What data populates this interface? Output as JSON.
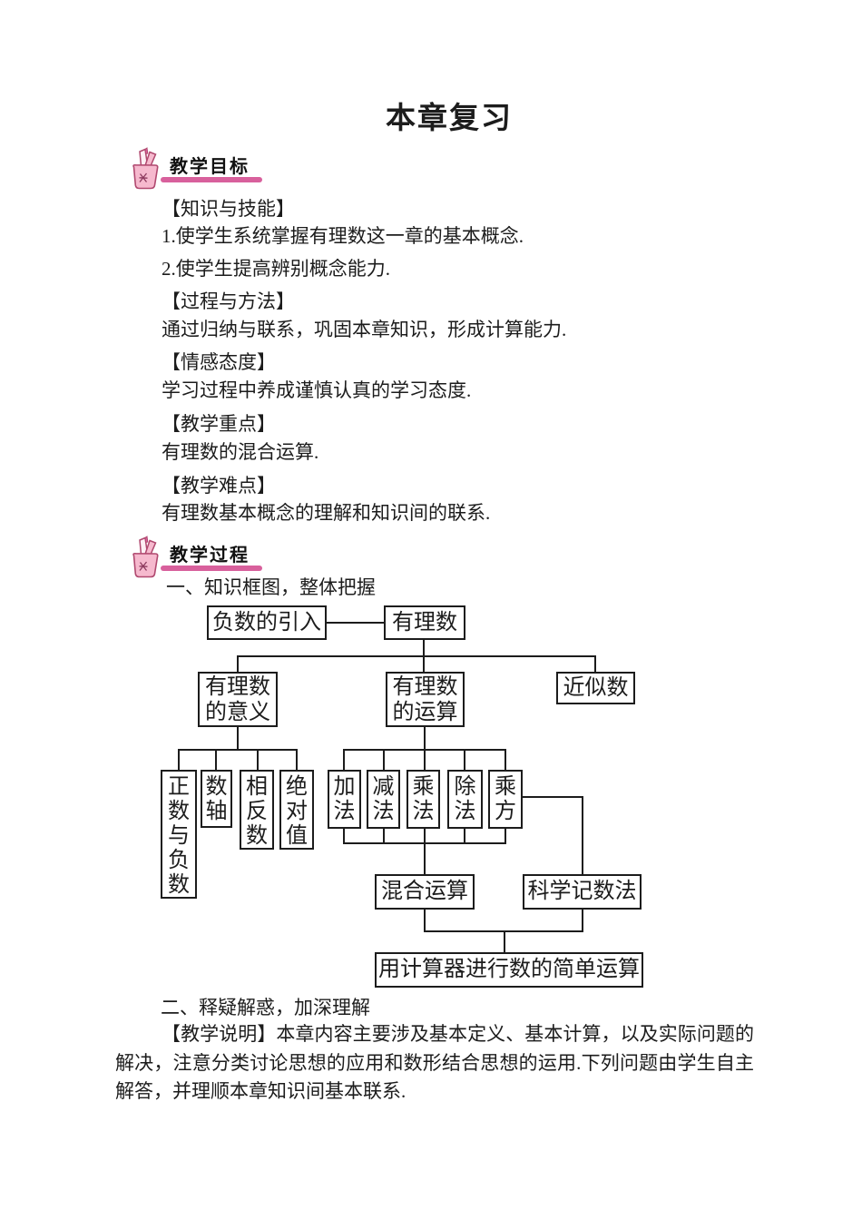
{
  "page": {
    "title": "本章复习"
  },
  "badges": {
    "objectives": "教学目标",
    "process": "教学过程"
  },
  "objectives": {
    "lines": [
      "【知识与技能】",
      "1.使学生系统掌握有理数这一章的基本概念.",
      "2.使学生提高辨别概念能力.",
      "【过程与方法】",
      "通过归纳与联系，巩固本章知识，形成计算能力.",
      "【情感态度】",
      "学习过程中养成谨慎认真的学习态度.",
      "【教学重点】",
      "有理数的混合运算.",
      "【教学难点】",
      "有理数基本概念的理解和知识间的联系."
    ]
  },
  "process": {
    "step1_heading": "一、知识框图，整体把握",
    "step2_heading": "二、释疑解惑，加深理解",
    "note": "【教学说明】本章内容主要涉及基本定义、基本计算，以及实际问题的解决，注意分类讨论思想的应用和数形结合思想的运用.下列问题由学生自主解答，并理顺本章知识间基本联系."
  },
  "diagram": {
    "nodes": {
      "negative_intro": "负数的引入",
      "rational": "有理数",
      "meaning": "有理数的意义",
      "operations": "有理数的运算",
      "approximate": "近似数",
      "pos_neg": "正数与负数",
      "number_line": "数轴",
      "opposite": "相反数",
      "abs_value": "绝对值",
      "addition": "加法",
      "subtraction": "减法",
      "multiplication": "乘法",
      "division": "除法",
      "power": "乘方",
      "mixed": "混合运算",
      "sci_notation": "科学记数法",
      "calculator": "用计算器进行数的简单运算"
    }
  },
  "colors": {
    "accent_pink": "#d8609c",
    "icon_pink": "#f6b9ce",
    "line_black": "#1c1c1c"
  }
}
